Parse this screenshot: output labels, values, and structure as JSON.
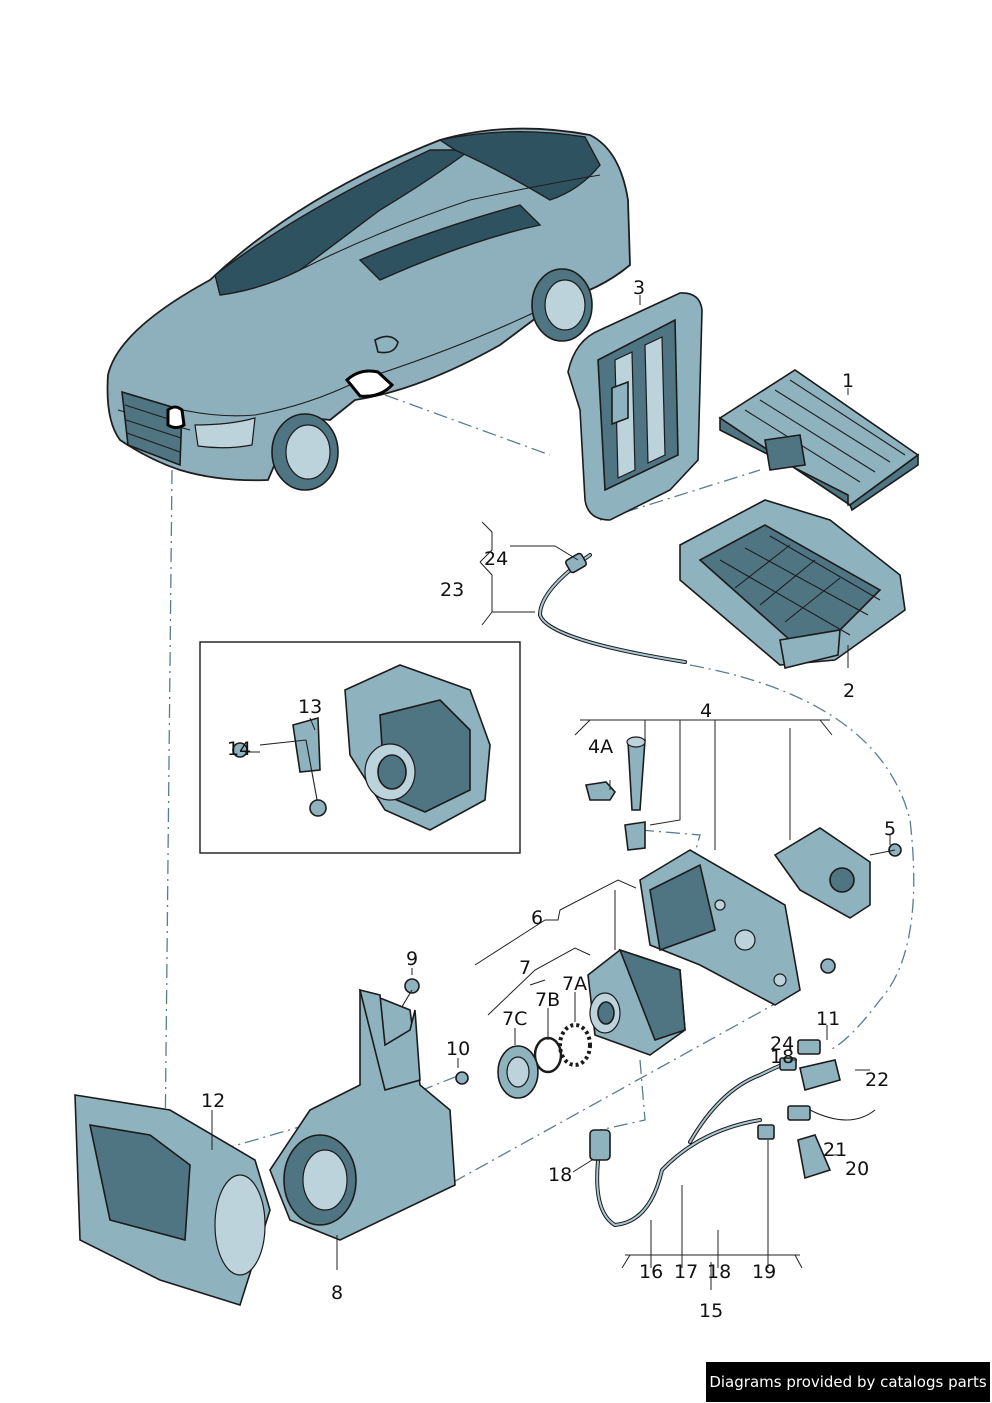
{
  "callouts": [
    {
      "id": "1",
      "text": "1"
    },
    {
      "id": "2",
      "text": "2"
    },
    {
      "id": "3",
      "text": "3"
    },
    {
      "id": "4",
      "text": "4"
    },
    {
      "id": "4A",
      "text": "4A"
    },
    {
      "id": "5",
      "text": "5"
    },
    {
      "id": "6",
      "text": "6"
    },
    {
      "id": "7",
      "text": "7"
    },
    {
      "id": "7A",
      "text": "7A"
    },
    {
      "id": "7B",
      "text": "7B"
    },
    {
      "id": "7C",
      "text": "7C"
    },
    {
      "id": "8",
      "text": "8"
    },
    {
      "id": "9",
      "text": "9"
    },
    {
      "id": "10",
      "text": "10"
    },
    {
      "id": "11",
      "text": "11"
    },
    {
      "id": "12",
      "text": "12"
    },
    {
      "id": "13",
      "text": "13"
    },
    {
      "id": "14",
      "text": "14"
    },
    {
      "id": "15",
      "text": "15"
    },
    {
      "id": "16",
      "text": "16"
    },
    {
      "id": "17",
      "text": "17"
    },
    {
      "id": "18a",
      "text": "18"
    },
    {
      "id": "18b",
      "text": "18"
    },
    {
      "id": "18c",
      "text": "18"
    },
    {
      "id": "19",
      "text": "19"
    },
    {
      "id": "20",
      "text": "20"
    },
    {
      "id": "21",
      "text": "21"
    },
    {
      "id": "22",
      "text": "22"
    },
    {
      "id": "23",
      "text": "23"
    },
    {
      "id": "24a",
      "text": "24"
    },
    {
      "id": "24b",
      "text": "24"
    }
  ],
  "footer": {
    "text": "Diagrams provided by catalogs parts"
  }
}
